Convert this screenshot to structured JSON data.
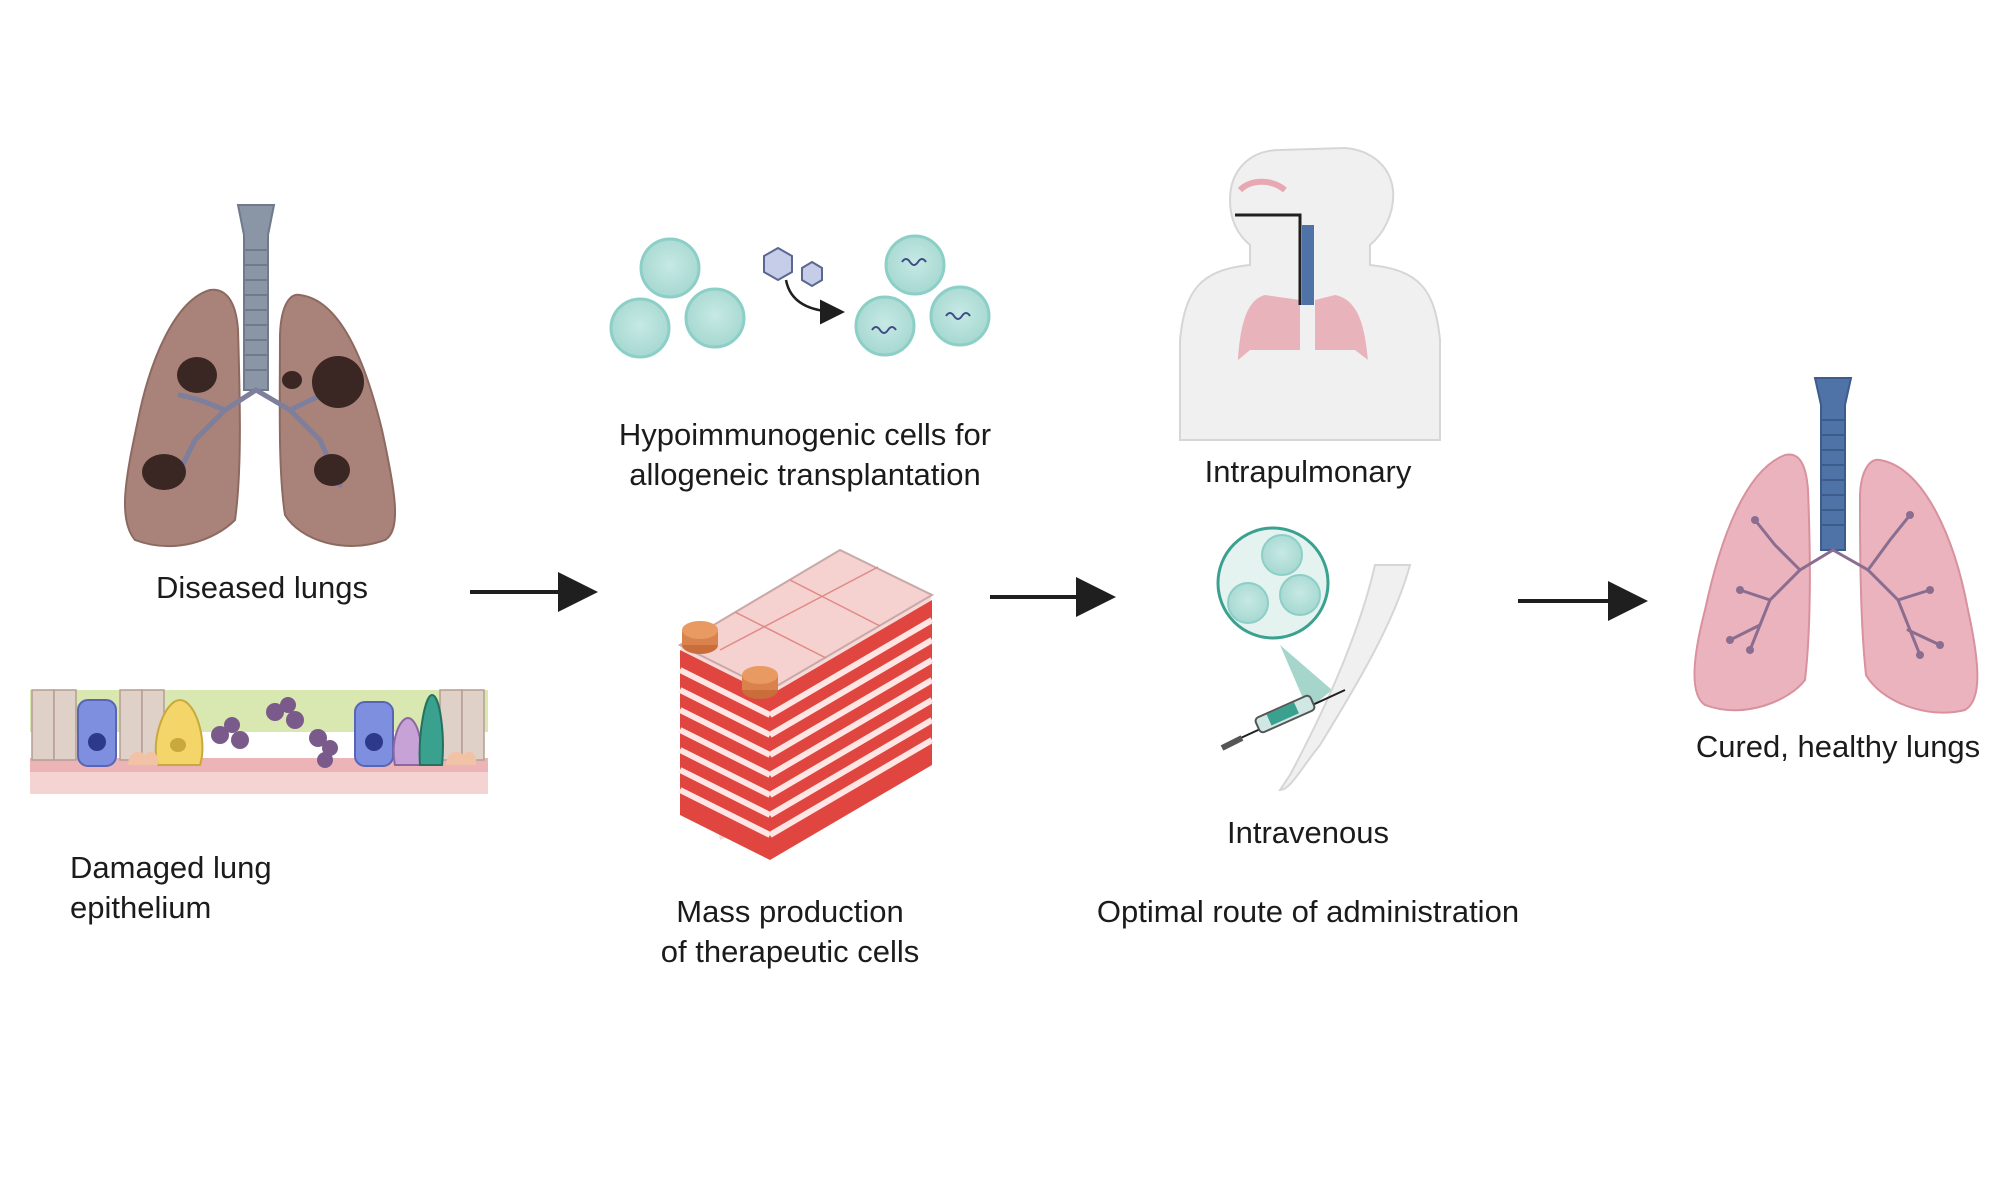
{
  "diseased": {
    "title": "Diseased lungs",
    "epithelium_line1": "Damaged lung",
    "epithelium_line2": "epithelium"
  },
  "cells": {
    "line1": "Hypoimmunogenic cells for",
    "line2": "allogeneic transplantation"
  },
  "production": {
    "line1": "Mass production",
    "line2": "of therapeutic cells"
  },
  "route": {
    "intrapulmonary": "Intrapulmonary",
    "intravenous": "Intravenous",
    "title": "Optimal route of administration"
  },
  "outcome": {
    "title": "Cured, healthy lungs"
  },
  "colors": {
    "cell_fill": "#b7e1dc",
    "cell_stroke": "#8ccfc6",
    "flask_red": "#e0463f",
    "diseased_lung": "#a98379",
    "healthy_lung": "#eab3bd",
    "trachea": "#4f73a6",
    "arrow": "#1f1f1f"
  }
}
